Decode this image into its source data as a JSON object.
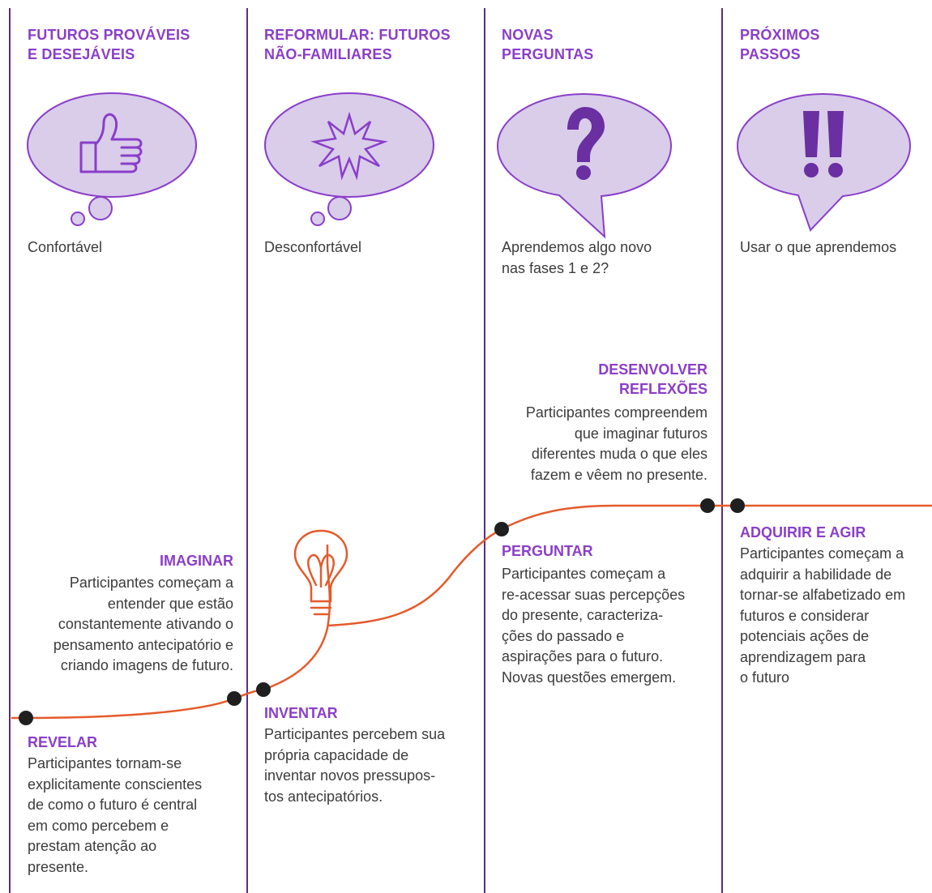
{
  "colors": {
    "divider": "#5b2c86",
    "heading": "#8a3ec9",
    "bubble_fill": "#d9cdea",
    "bubble_stroke": "#8a3ec9",
    "curve": "#e55a2b",
    "dot": "#1f1f1f",
    "text": "#3c3c3c"
  },
  "columns": [
    {
      "heading": "FUTUROS PROVÁVEIS\nE DESEJÁVEIS",
      "icon": "thumbs-up-icon",
      "caption": "Confortável"
    },
    {
      "heading": "REFORMULAR: FUTUROS\nNÃO-FAMILIARES",
      "icon": "starburst-icon",
      "caption": "Desconfortável"
    },
    {
      "heading": "NOVAS\nPERGUNTAS",
      "icon": "question-mark-icon",
      "caption": "Aprendemos algo novo\nnas fases 1 e 2?"
    },
    {
      "heading": "PRÓXIMOS\nPASSOS",
      "icon": "double-exclamation-icon",
      "caption": "Usar o que aprendemos"
    }
  ],
  "stages": {
    "revelar": {
      "title": "REVELAR",
      "text": "Participantes tornam-se\nexplicitamente conscientes\nde como o futuro é central\nem como percebem e\nprestam atenção ao\npresente."
    },
    "imaginar": {
      "title": "IMAGINAR",
      "text": "Participantes começam a\nentender que estão\nconstantemente ativando o\npensamento antecipatório e\ncriando imagens de futuro."
    },
    "inventar": {
      "title": "INVENTAR",
      "text": "Participantes percebem sua\nprópria capacidade de\ninventar novos pressupos-\ntos antecipatórios."
    },
    "perguntar": {
      "title": "PERGUNTAR",
      "text": "Participantes começam a\nre-acessar suas percepções\ndo presente, caracteriza-\nções do passado e\naspirações para o futuro.\nNovas questões emergem."
    },
    "desenvolver": {
      "title": "DESENVOLVER\nREFLEXÕES",
      "text": "Participantes compreendem\nque imaginar futuros\ndiferentes muda o que eles\nfazem e vêem no presente."
    },
    "adquirir": {
      "title": "ADQUIRIR E AGIR",
      "text": "Participantes começam a\nadquirir a habilidade de\ntornar-se alfabetizado em\nfuturos e considerar\npotenciais ações de\naprendizagem para\no futuro"
    }
  },
  "icons": {
    "curve_marker": "lightbulb-icon",
    "timeline_point": "dot-marker-icon"
  }
}
